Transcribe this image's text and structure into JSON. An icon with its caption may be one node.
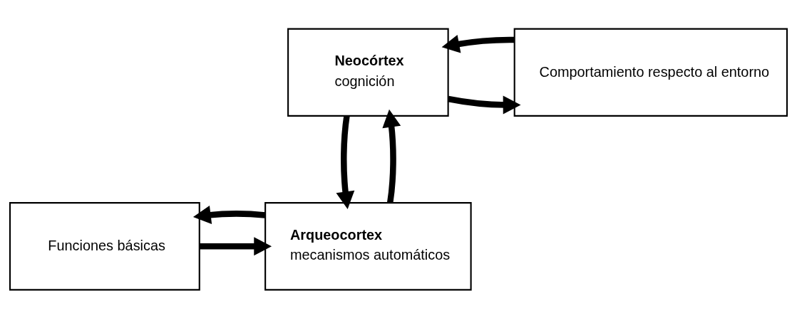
{
  "diagram": {
    "nodes": [
      {
        "text": [
          "Neocórtex",
          "cognición"
        ]
      },
      {
        "text": [
          "Comportamiento respecto al entorno"
        ]
      },
      {
        "text": [
          "Funciones básicas"
        ]
      },
      {
        "text": [
          "Arqueocortex",
          "mecanismos automáticos"
        ]
      }
    ],
    "edges": [
      {
        "from": 0,
        "to": 1,
        "arrow": "to"
      },
      {
        "from": 1,
        "to": 0,
        "arrow": "to"
      },
      {
        "from": 0,
        "to": 3,
        "arrow": "to"
      },
      {
        "from": 3,
        "to": 0,
        "arrow": "to"
      },
      {
        "from": 2,
        "to": 3,
        "arrow": "to"
      },
      {
        "from": 3,
        "to": 2,
        "arrow": "to"
      }
    ]
  }
}
